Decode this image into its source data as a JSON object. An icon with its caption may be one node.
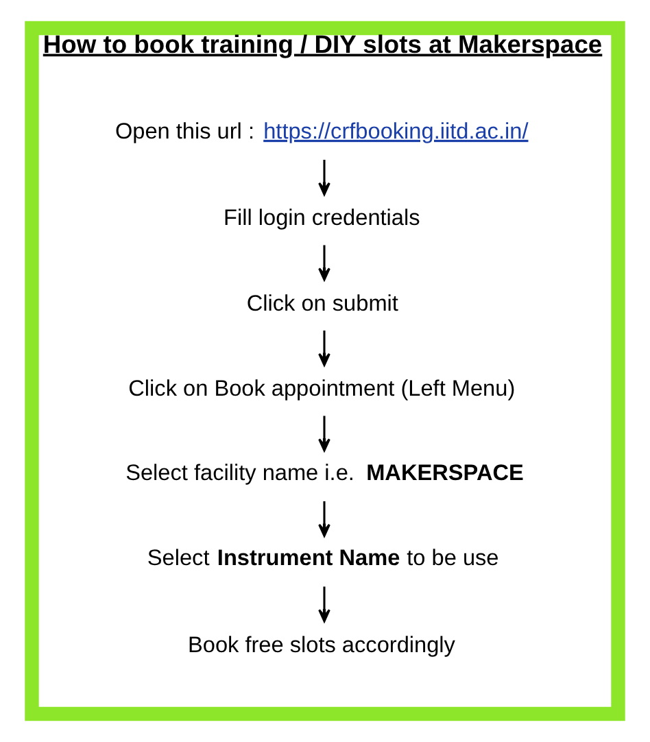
{
  "diagram": {
    "nodes": [
      {
        "text": [
          "How to book training / DIY slots at Makerspace"
        ]
      },
      {
        "text": [
          "Open this url : https://crfbooking.iitd.ac.in/"
        ],
        "in": 0
      },
      {
        "text": [
          "Fill login credentials"
        ],
        "in": 0
      },
      {
        "text": [
          "Click on submit"
        ],
        "in": 0
      },
      {
        "text": [
          "Click on Book appointment (Left Menu)"
        ],
        "in": 0
      },
      {
        "text": [
          "Select facility name i.e. **MAKERSPACE**"
        ],
        "in": 0
      },
      {
        "text": [
          "Select **Instrument Name** to be use"
        ],
        "in": 0
      },
      {
        "text": [
          "Book free slots accordingly"
        ],
        "in": 0
      }
    ],
    "edges": [
      {
        "from": 1,
        "to": 2,
        "arrow": "to"
      },
      {
        "from": 2,
        "to": 3,
        "arrow": "to"
      },
      {
        "from": 3,
        "to": 4,
        "arrow": "to"
      },
      {
        "from": 4,
        "to": 5,
        "arrow": "to"
      },
      {
        "from": 5,
        "to": 6,
        "arrow": "to"
      },
      {
        "from": 6,
        "to": 7,
        "arrow": "to"
      }
    ]
  }
}
